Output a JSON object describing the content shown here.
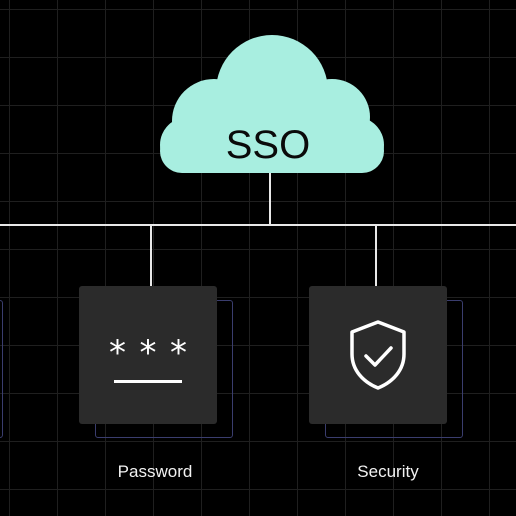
{
  "hub": {
    "label": "SSO",
    "color": "#a8eee0"
  },
  "nodes": [
    {
      "id": "password",
      "label": "Password",
      "icon": "password-asterisks-icon"
    },
    {
      "id": "security",
      "label": "Security",
      "icon": "shield-check-icon"
    }
  ],
  "password_glyph": "***",
  "colors": {
    "background": "#000000",
    "grid": "#1f1f1f",
    "connector": "#e8e8e8",
    "card": "#2b2b2b",
    "card_outline": "#3a3d6e",
    "text": "#f2f2f2"
  }
}
